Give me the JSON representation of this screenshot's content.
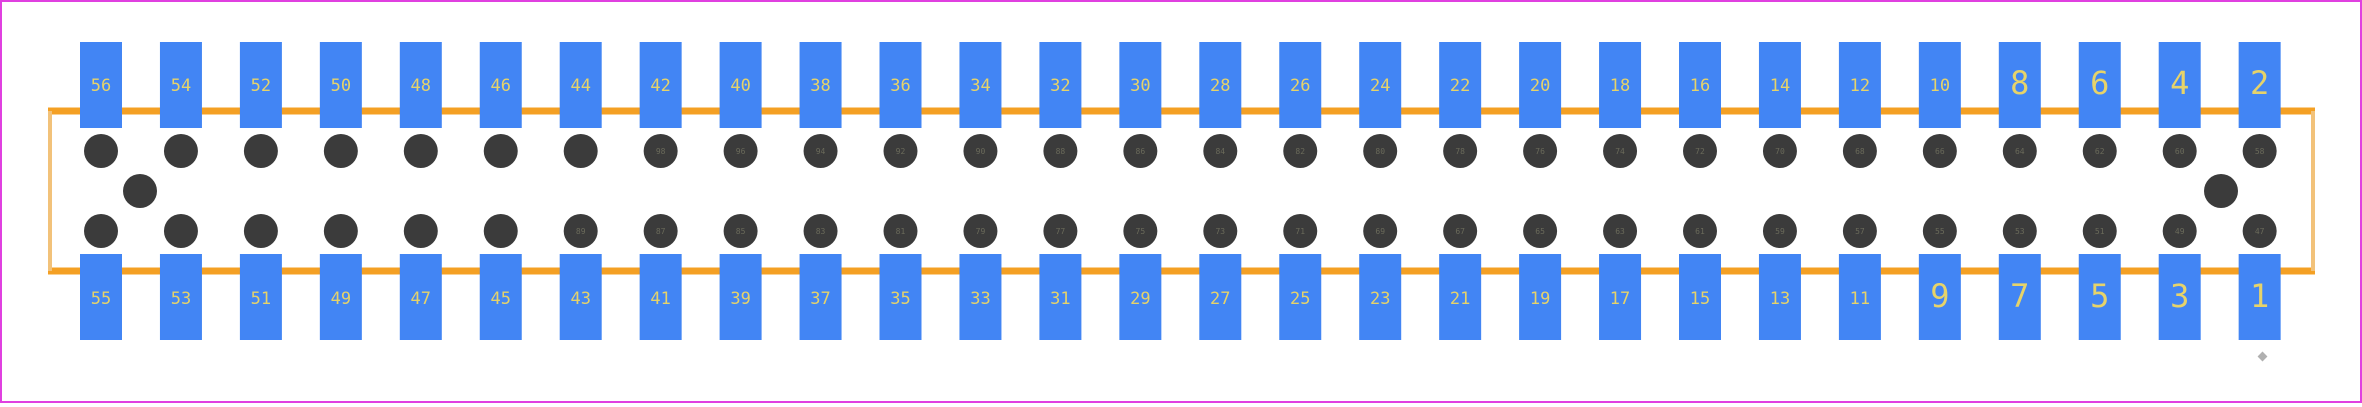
{
  "footprint": {
    "colors": {
      "background": "#ffffff",
      "frame": "#e040e0",
      "outline": "#f4a024",
      "outline_side": "#f2c27a",
      "pad": "#4285f4",
      "pad_text": "#e6d36a",
      "hole": "#3b3b3b",
      "hole_text": "#6a6a5a",
      "marker": "#b0b0b0"
    },
    "top_pins": [
      "56",
      "54",
      "52",
      "50",
      "48",
      "46",
      "44",
      "42",
      "40",
      "38",
      "36",
      "34",
      "32",
      "30",
      "28",
      "26",
      "24",
      "22",
      "20",
      "18",
      "16",
      "14",
      "12",
      "10",
      "8",
      "6",
      "4",
      "2"
    ],
    "bottom_pins": [
      "55",
      "53",
      "51",
      "49",
      "47",
      "45",
      "43",
      "41",
      "39",
      "37",
      "35",
      "33",
      "31",
      "29",
      "27",
      "25",
      "23",
      "21",
      "19",
      "17",
      "15",
      "13",
      "11",
      "9",
      "7",
      "5",
      "3",
      "1"
    ],
    "large_labels": [
      "1",
      "2",
      "3",
      "4",
      "5",
      "6",
      "7",
      "8",
      "9"
    ],
    "upper_holes": [
      "",
      "",
      "",
      "",
      "",
      "",
      "",
      "98",
      "96",
      "94",
      "92",
      "90",
      "88",
      "86",
      "84",
      "82",
      "80",
      "78",
      "76",
      "74",
      "72",
      "70",
      "68",
      "66",
      "64",
      "62",
      "60",
      "58"
    ],
    "lower_holes": [
      "",
      "",
      "",
      "",
      "",
      "",
      "89",
      "87",
      "85",
      "83",
      "81",
      "79",
      "77",
      "75",
      "73",
      "71",
      "69",
      "67",
      "65",
      "63",
      "61",
      "59",
      "57",
      "55",
      "53",
      "51",
      "49",
      "47"
    ],
    "mounting_holes": [
      "",
      ""
    ],
    "pin_one_marker": "pin-1-marker"
  }
}
